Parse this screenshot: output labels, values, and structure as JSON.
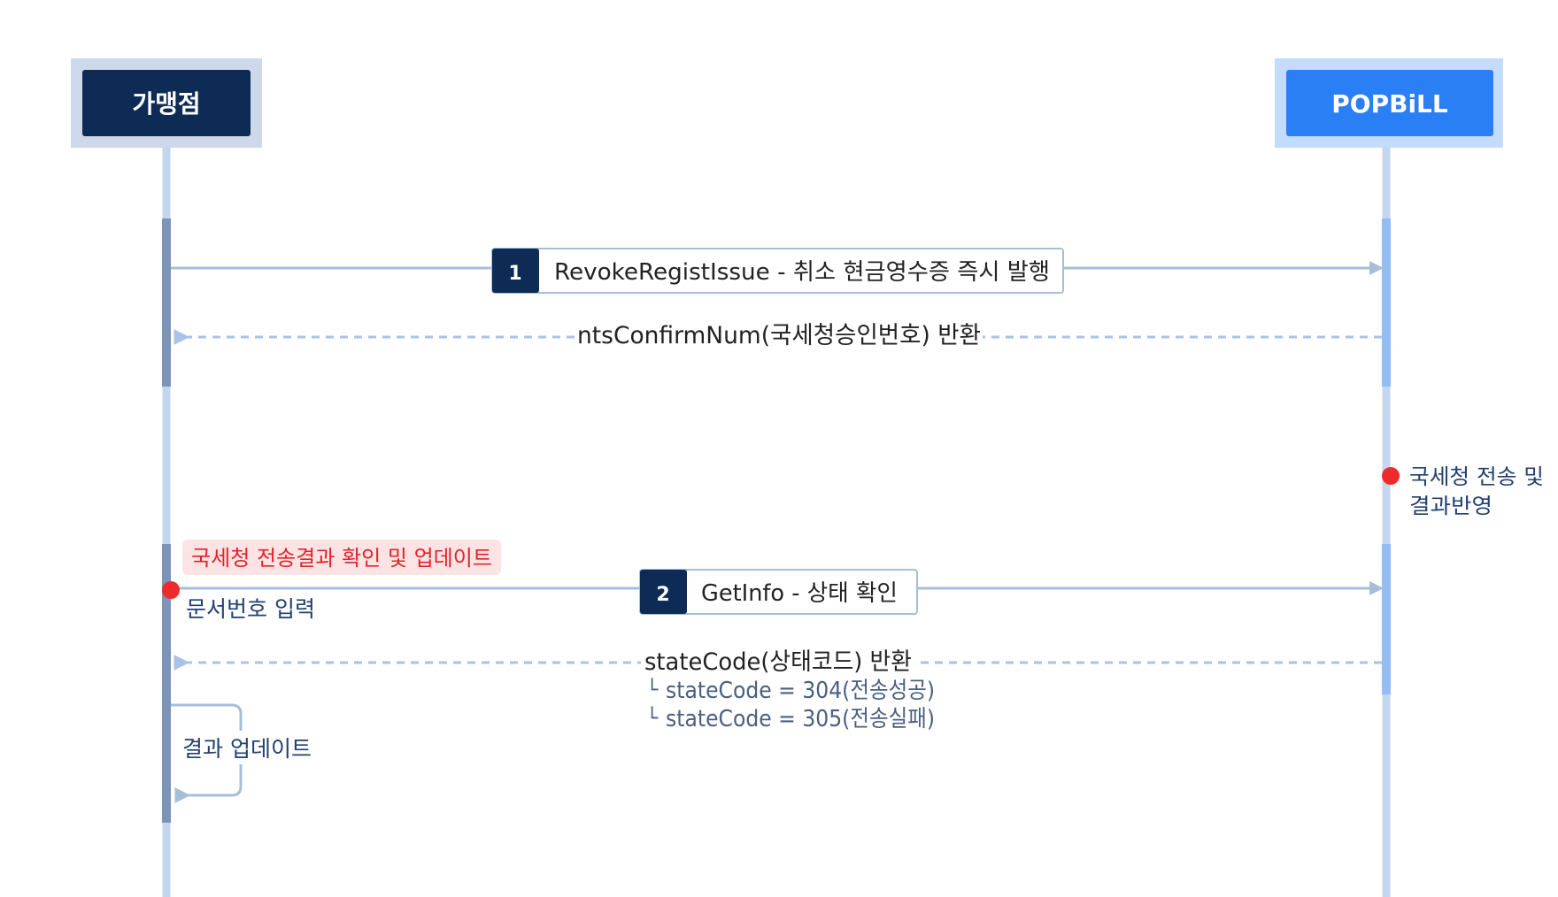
{
  "actors": {
    "merchant": {
      "label": "가맹점",
      "color": "#0d2b55",
      "frame_color": "#cdd8ea"
    },
    "popbill": {
      "label": "POPBiLL",
      "color": "#2b7ff5",
      "frame_color": "#c3dcfb"
    }
  },
  "steps": [
    {
      "number": "1",
      "label": "RevokeRegistIssue - 취소 현금영수증 즉시 발행"
    },
    {
      "number": "2",
      "label": "GetInfo - 상태 확인"
    }
  ],
  "returns": [
    {
      "label": "ntsConfirmNum(국세청승인번호) 반환"
    },
    {
      "label": "stateCode(상태코드) 반환"
    }
  ],
  "state_codes": [
    {
      "prefix": "└",
      "text": "stateCode = 304(전송성공)"
    },
    {
      "prefix": "└",
      "text": "stateCode = 305(전송실패)"
    }
  ],
  "notes": {
    "nts_transmit_line1": "국세청 전송 및",
    "nts_transmit_line2": "결과반영",
    "nts_check_update": "국세청 전송결과 확인 및 업데이트",
    "doc_number_input": "문서번호 입력",
    "result_update": "결과 업데이트"
  },
  "colors": {
    "lifeline": "#c3d6ee",
    "activation_merchant": "#7c94b8",
    "activation_popbill": "#93bdf4",
    "arrow": "#a7bedb",
    "dashed_arrow": "#a9c3e6",
    "step_badge": "#0d2b55",
    "step_border": "#a7bedb",
    "highlight_dot": "#ee2b2b",
    "highlight_bg": "#fde3e3",
    "highlight_text": "#e0242b",
    "note_text": "#234070",
    "body_text": "#222222",
    "sub_text": "#4a5f80"
  }
}
